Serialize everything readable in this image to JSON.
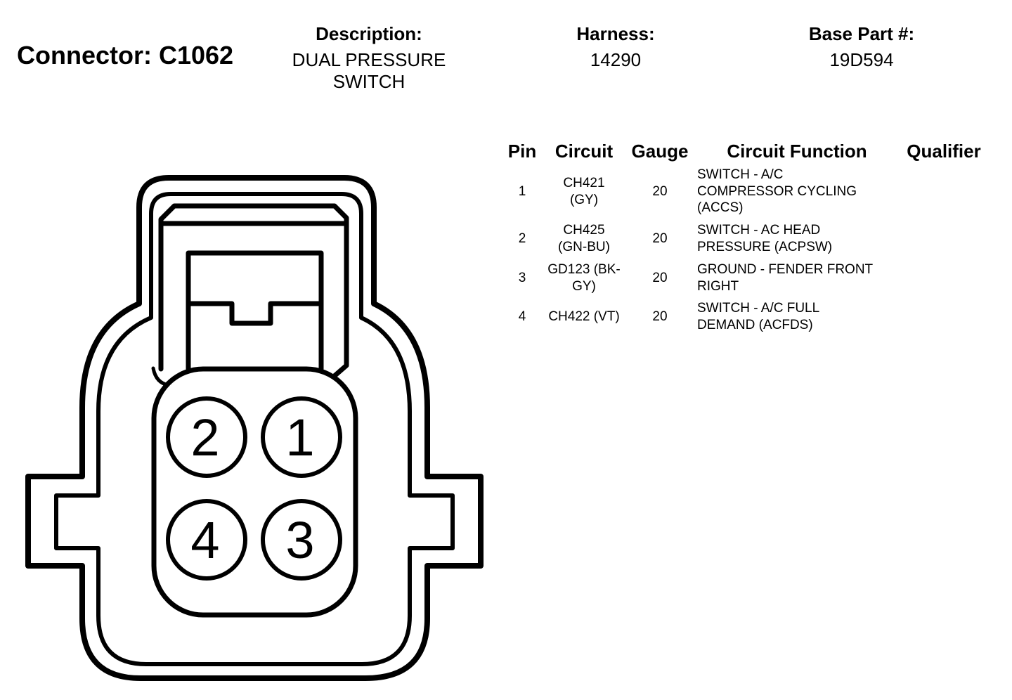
{
  "connector": {
    "title": "Connector: C1062"
  },
  "header": {
    "description_label": "Description:",
    "description_line1": "DUAL PRESSURE",
    "description_line2": "SWITCH",
    "harness_label": "Harness:",
    "harness_value": "14290",
    "base_part_label": "Base Part #:",
    "base_part_value": "19D594"
  },
  "table": {
    "columns": [
      "Pin",
      "Circuit",
      "Gauge",
      "Circuit Function",
      "Qualifier"
    ],
    "rows": [
      {
        "pin": "1",
        "circuit": [
          "CH421",
          "(GY)"
        ],
        "gauge": "20",
        "function": [
          "SWITCH - A/C",
          "COMPRESSOR CYCLING",
          "(ACCS)"
        ],
        "qualifier": ""
      },
      {
        "pin": "2",
        "circuit": [
          "CH425",
          "(GN-BU)"
        ],
        "gauge": "20",
        "function": [
          "SWITCH - AC HEAD",
          "PRESSURE (ACPSW)"
        ],
        "qualifier": ""
      },
      {
        "pin": "3",
        "circuit": [
          "GD123 (BK-",
          "GY)"
        ],
        "gauge": "20",
        "function": [
          "GROUND - FENDER FRONT",
          "RIGHT"
        ],
        "qualifier": ""
      },
      {
        "pin": "4",
        "circuit": [
          "CH422 (VT)"
        ],
        "gauge": "20",
        "function": [
          "SWITCH - A/C FULL",
          "DEMAND (ACFDS)"
        ],
        "qualifier": ""
      }
    ]
  },
  "diagram": {
    "pin_labels": [
      "2",
      "1",
      "4",
      "3"
    ],
    "stroke_color": "#000000",
    "fill_color": "#ffffff"
  }
}
